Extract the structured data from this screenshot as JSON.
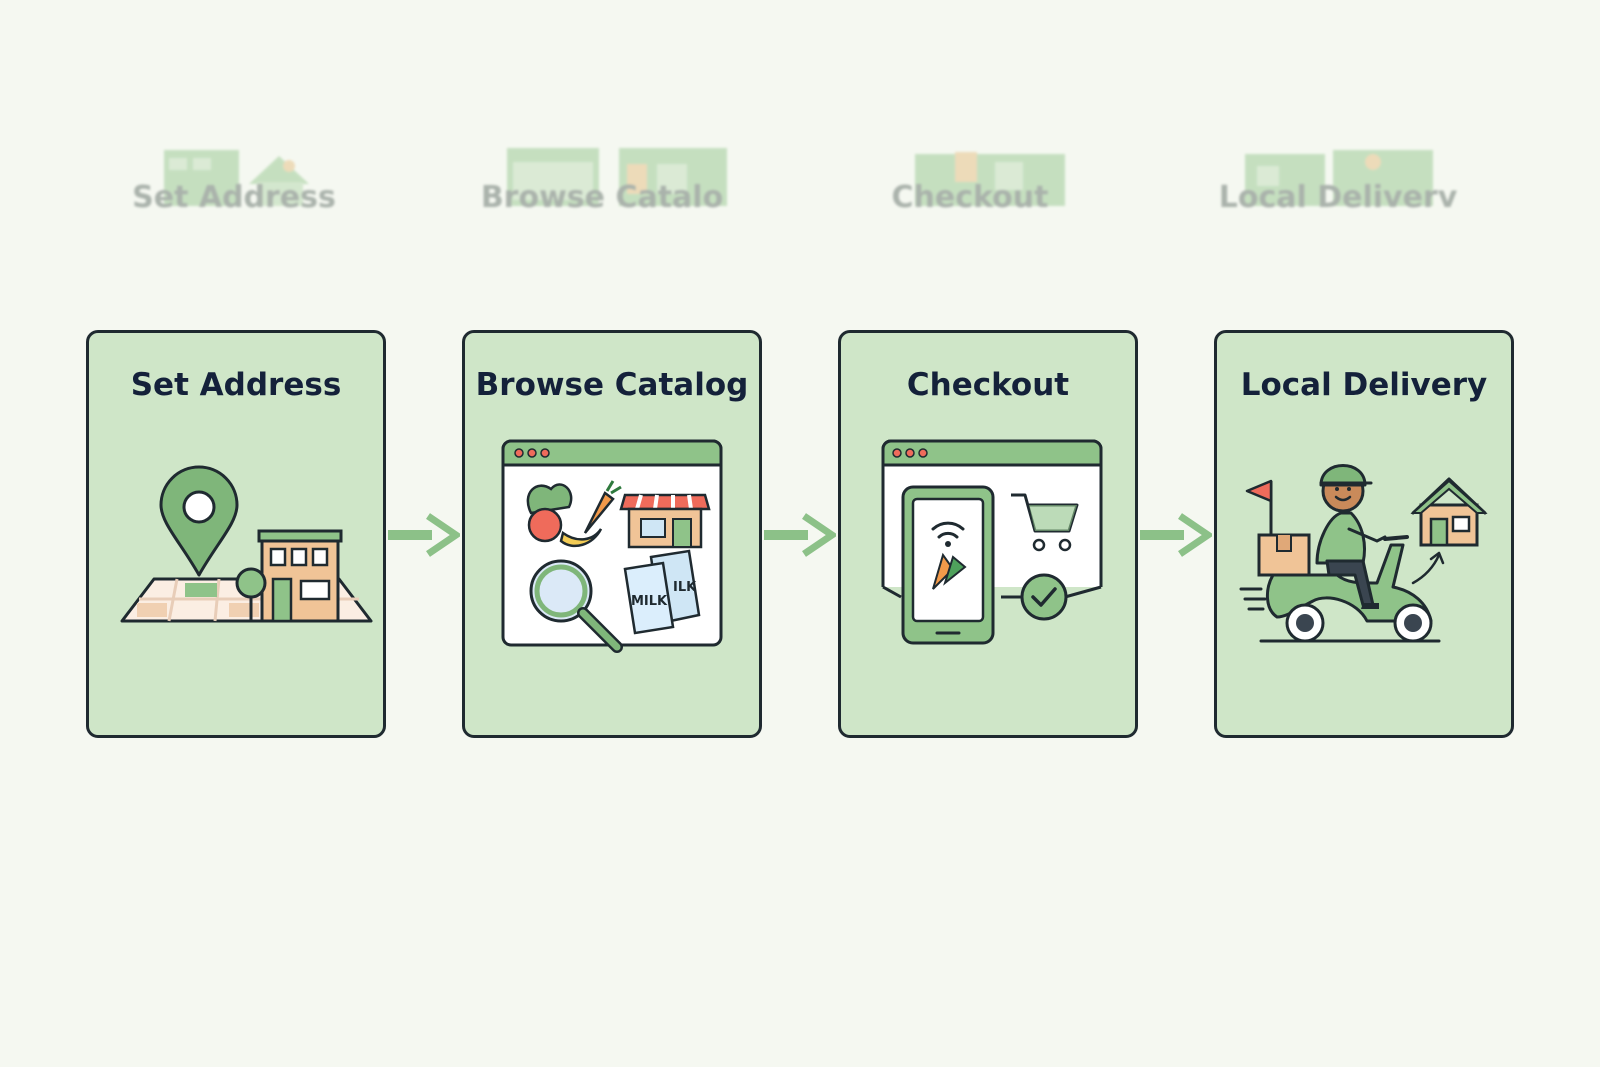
{
  "steps": [
    {
      "title": "Set Address",
      "icon": "map-pin-icon"
    },
    {
      "title": "Browse Catalog",
      "icon": "catalog-window-icon"
    },
    {
      "title": "Checkout",
      "icon": "mobile-payment-icon"
    },
    {
      "title": "Local Delivery",
      "icon": "scooter-courier-icon"
    }
  ],
  "ghost_labels": [
    "Set Address",
    "Browse Catalo",
    "Checkout",
    "Local Deliverv"
  ],
  "milk_label": "MILK",
  "milk_label_partial": "ILK",
  "colors": {
    "background": "#f5f8f1",
    "card_fill": "#cfe6c8",
    "card_border": "#1f2a30",
    "accent_green": "#7fb67a",
    "arrow_green": "#8cc188",
    "building_orange": "#f0c497",
    "flag_red": "#ef6b5b"
  }
}
